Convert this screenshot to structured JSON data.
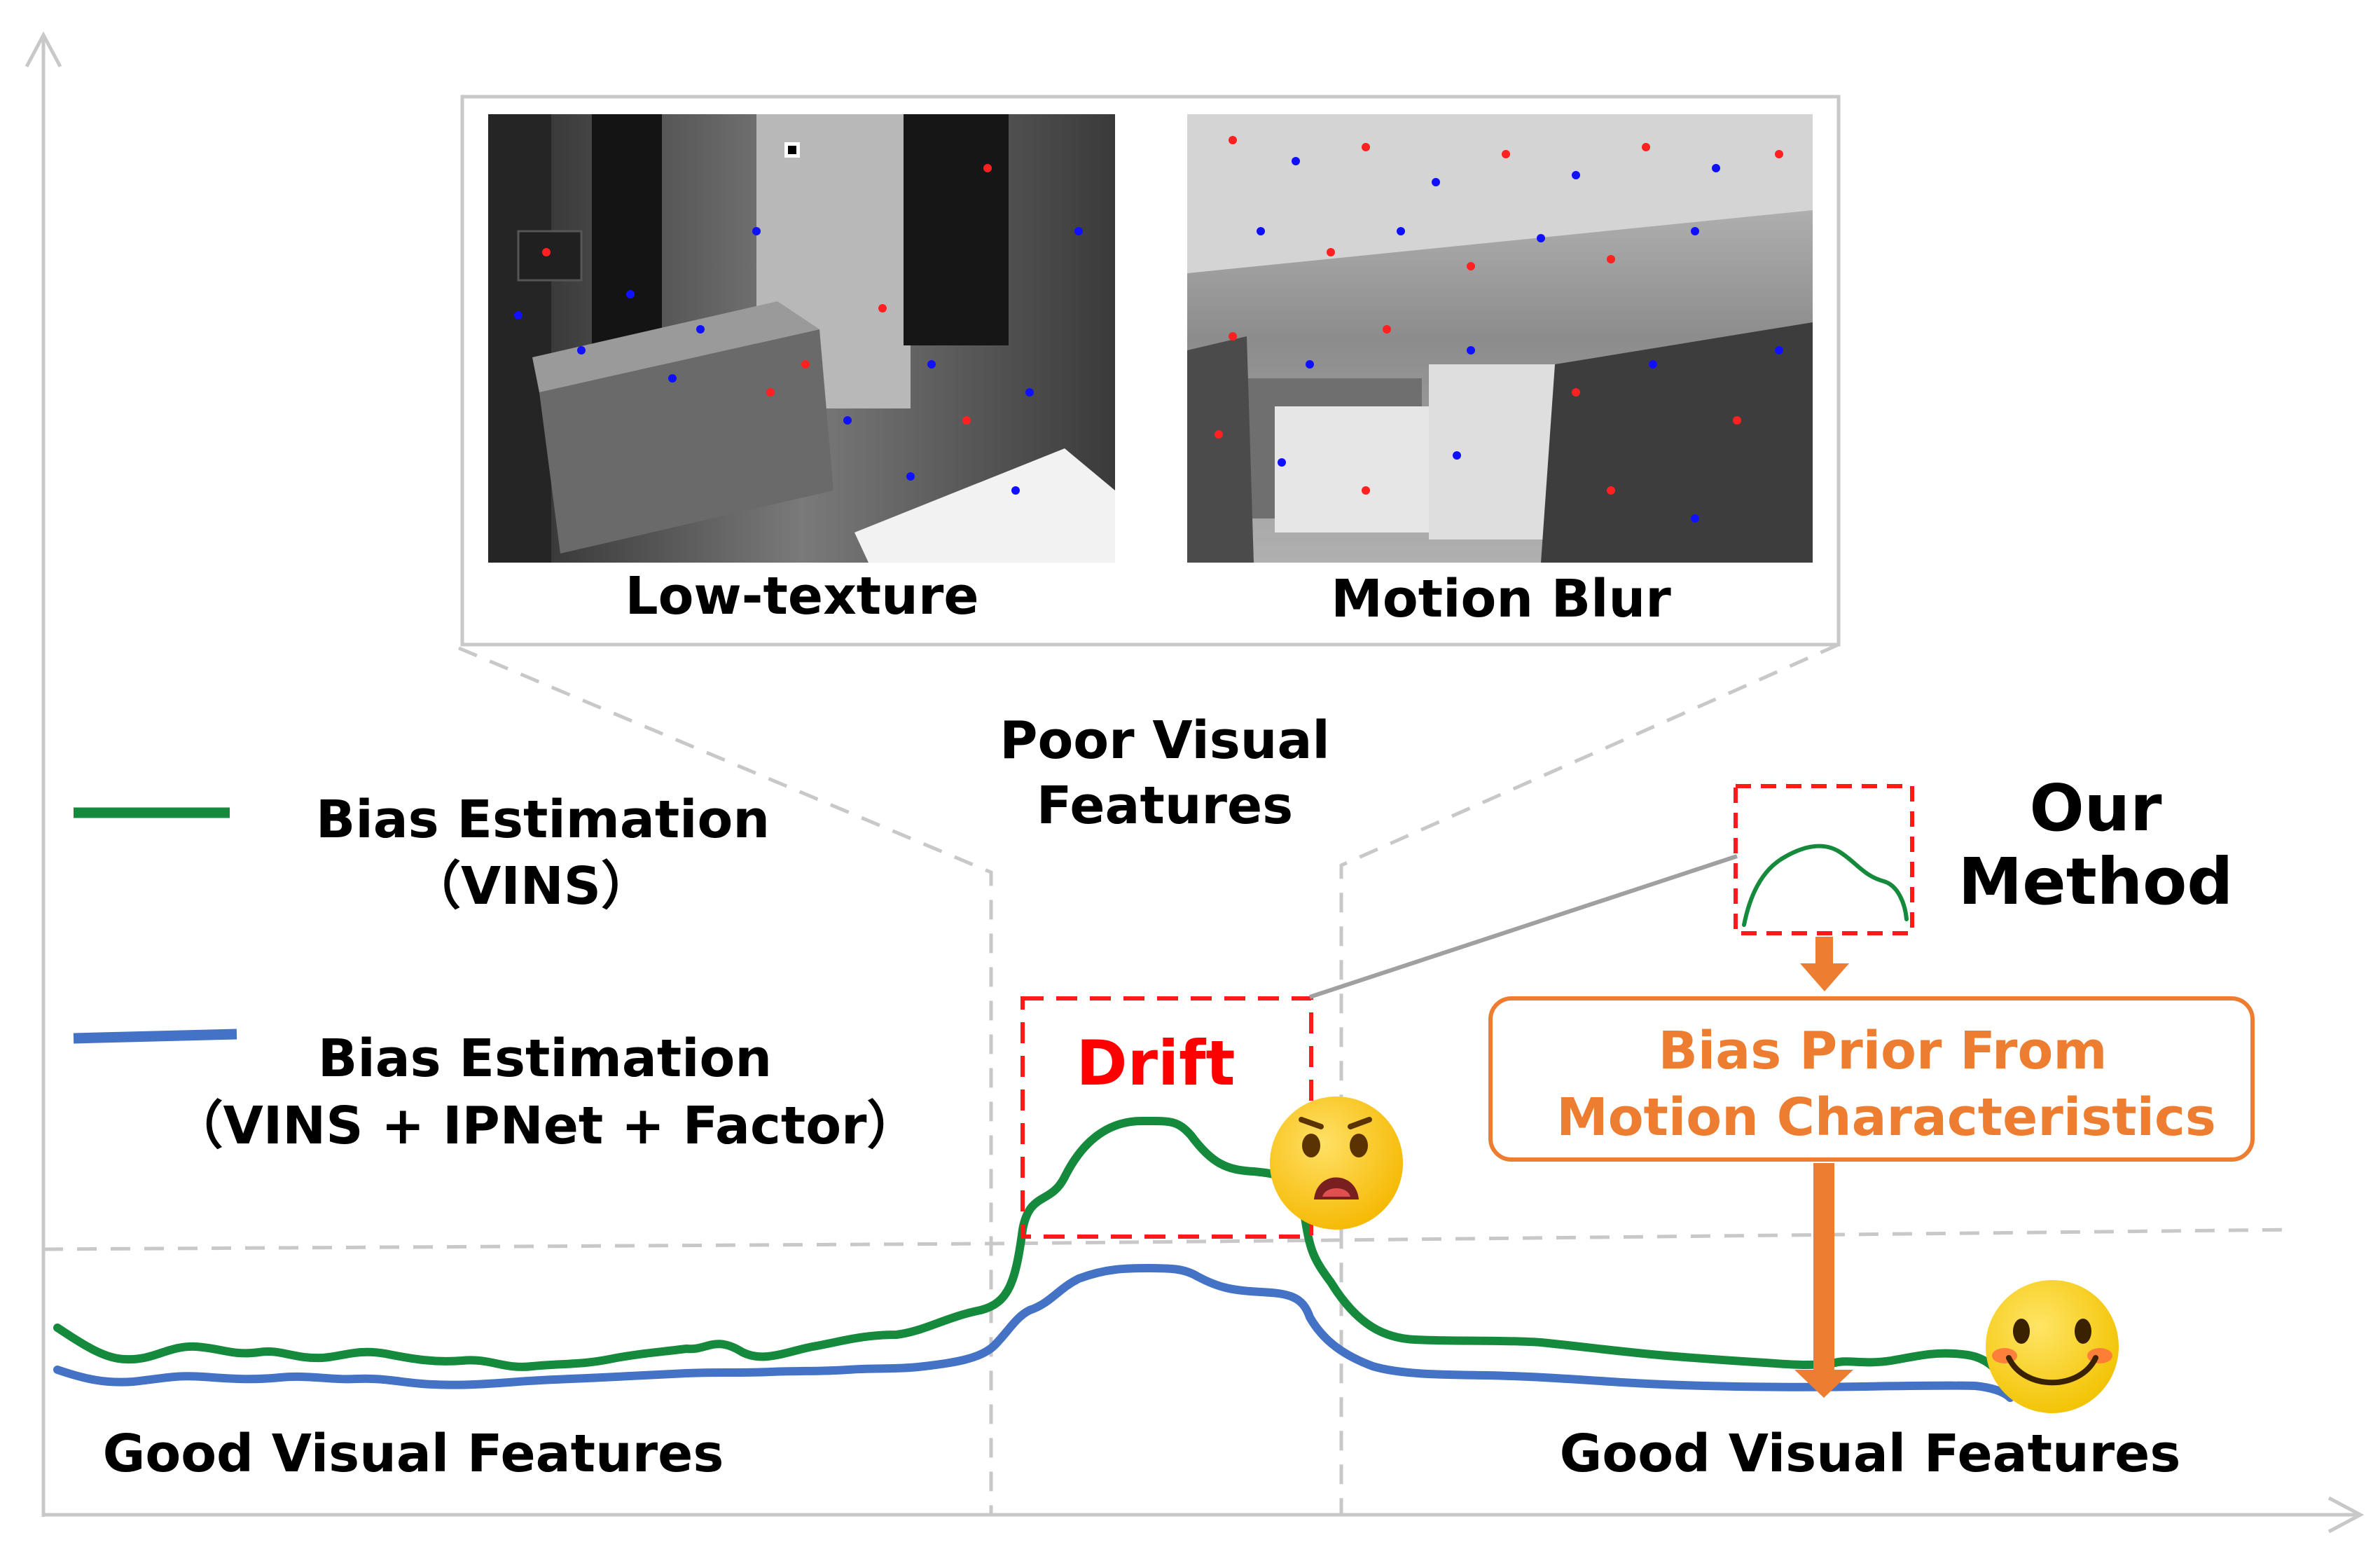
{
  "inset": {
    "left_caption": "Low-texture",
    "right_caption": "Motion Blur"
  },
  "legend": [
    {
      "line1": "Bias Estimation",
      "line2": "（VINS）",
      "color": "#168a3c"
    },
    {
      "line1": "Bias Estimation",
      "line2": "（VINS + IPNet + Factor）",
      "color": "#4472c4"
    }
  ],
  "regions": {
    "poor_line1": "Poor Visual",
    "poor_line2": "Features",
    "good_left": "Good Visual Features",
    "good_right": "Good Visual Features"
  },
  "drift_label": "Drift",
  "method": {
    "line1": "Our",
    "line2": "Method"
  },
  "prior": {
    "line1": "Bias Prior From",
    "line2": "Motion Characteristics"
  },
  "colors": {
    "vins": "#168a3c",
    "ipnet": "#4472c4",
    "drift": "#ff0000",
    "prior": "#ed7d31",
    "axis": "#bfbfbf",
    "emoji": "#f7c600"
  },
  "icons": [
    "sad-face-icon",
    "happy-face-icon"
  ]
}
